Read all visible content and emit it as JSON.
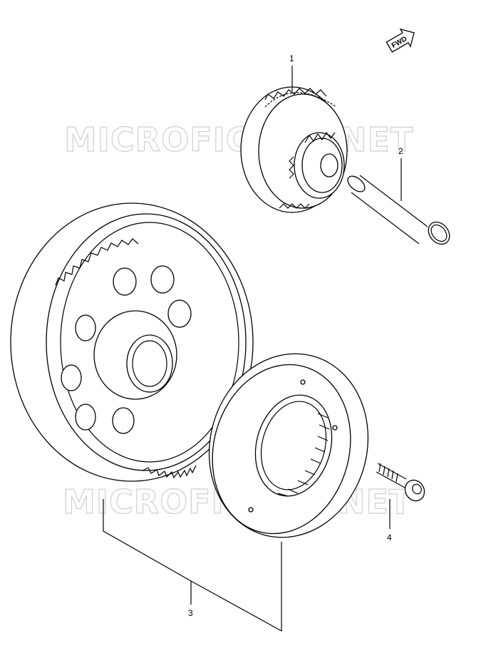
{
  "fwd_label": "FWD",
  "watermark_text": "MICROFICHES.NET",
  "callouts": [
    {
      "id": "1",
      "label": "1"
    },
    {
      "id": "2",
      "label": "2"
    },
    {
      "id": "3",
      "label": "3"
    },
    {
      "id": "4",
      "label": "4"
    }
  ],
  "colors": {
    "ink": "#000000",
    "watermark": "#cfcfcf",
    "paper": "#ffffff"
  }
}
